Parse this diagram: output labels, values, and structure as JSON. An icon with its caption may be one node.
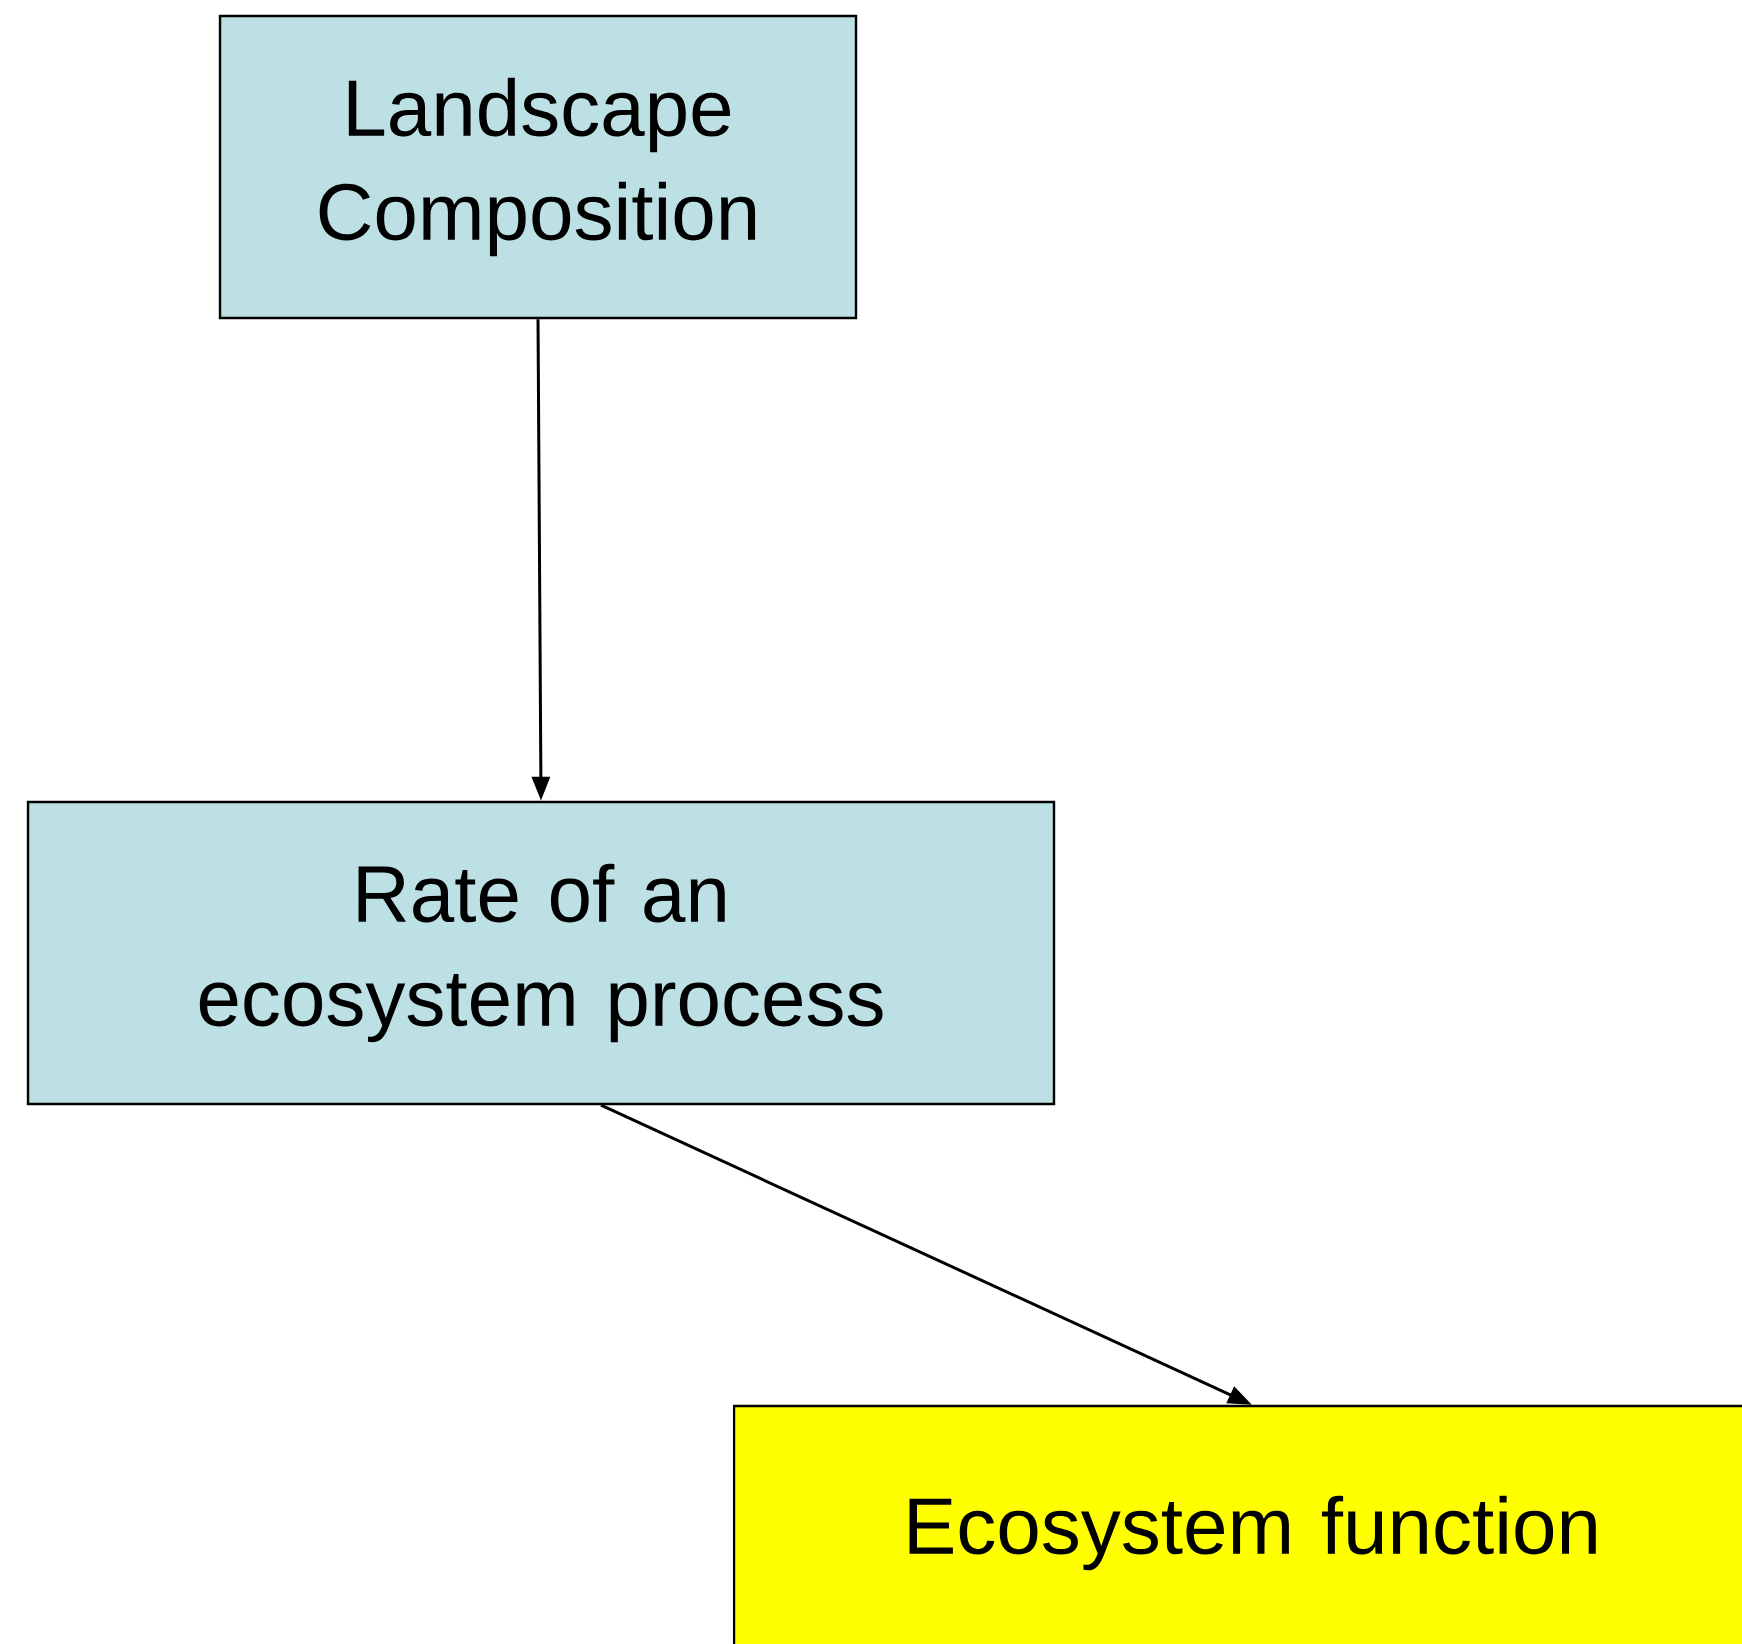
{
  "diagram": {
    "nodes": [
      {
        "text": [
          "Landscape Composition"
        ]
      },
      {
        "text": [
          "Rate of an ecosystem process"
        ]
      },
      {
        "text": [
          "Ecosystem function"
        ]
      }
    ],
    "edges": [
      {
        "from": 0,
        "to": 1,
        "arrow": "to"
      },
      {
        "from": 1,
        "to": 2,
        "arrow": "to"
      }
    ]
  }
}
